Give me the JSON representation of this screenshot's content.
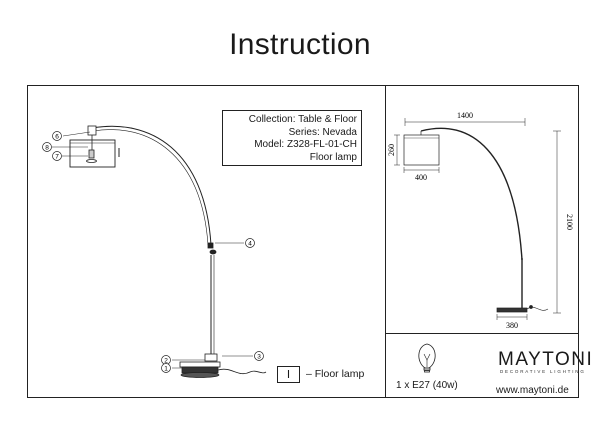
{
  "title": "Instruction",
  "info": {
    "collection": "Collection: Table & Floor",
    "series": "Series: Nevada",
    "model": "Model: Z328-FL-01-CH",
    "type": "Floor lamp"
  },
  "callouts": [
    "1",
    "2",
    "3",
    "4",
    "6",
    "7",
    "8"
  ],
  "dimensions": {
    "width_total": "1400",
    "shade_height": "260",
    "shade_width": "400",
    "height_total": "2100",
    "base_width": "380"
  },
  "legend": {
    "symbol": "I",
    "label": "– Floor lamp"
  },
  "bulb": {
    "icon": "light-bulb-icon",
    "label": "1 x E27 (40w)"
  },
  "brand": {
    "name": "MAYTONI",
    "tagline": "DECORATIVE LIGHTING",
    "website": "www.maytoni.de"
  }
}
